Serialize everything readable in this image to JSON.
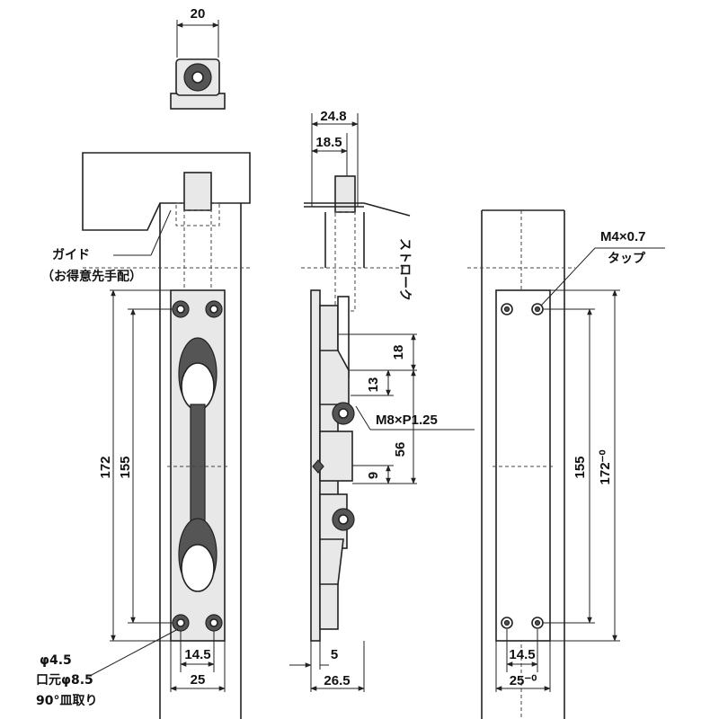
{
  "dimensions": {
    "top_width": "20",
    "side_24_8": "24.8",
    "side_18_5": "18.5",
    "front_172": "172",
    "front_155": "155",
    "front_14_5": "14.5",
    "front_25": "25",
    "side_stroke": "ストローク",
    "side_18": "18",
    "side_13": "13",
    "side_56": "56",
    "side_9": "9",
    "side_5": "5",
    "side_26_5": "26.5",
    "back_155": "155",
    "back_172": "172⁻⁰",
    "back_14_5": "14.5",
    "back_25": "25⁻⁰"
  },
  "labels": {
    "guide": "ガイド",
    "guide_note": "（お得意先手配）",
    "hole_dia": "φ4.5",
    "countersink_dia": "口元φ8.5",
    "countersink_angle": "90°皿取り",
    "thread_bolt": "M8×P1.25",
    "tap_size": "M4×0.7",
    "tap_word": "タップ"
  }
}
